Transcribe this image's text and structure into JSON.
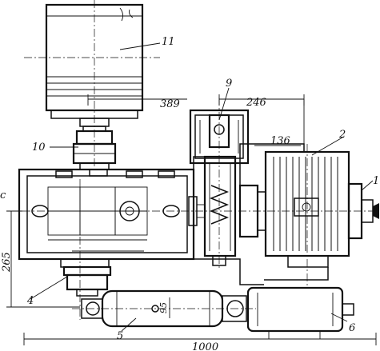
{
  "callouts": [
    "11",
    "9",
    "2",
    "10",
    "1",
    "4",
    "5",
    "6"
  ],
  "callout_c": "c",
  "dimensions": {
    "d389": "389",
    "d246": "246",
    "d136": "136",
    "d265": "265",
    "d95": "95",
    "d1000": "1000"
  }
}
